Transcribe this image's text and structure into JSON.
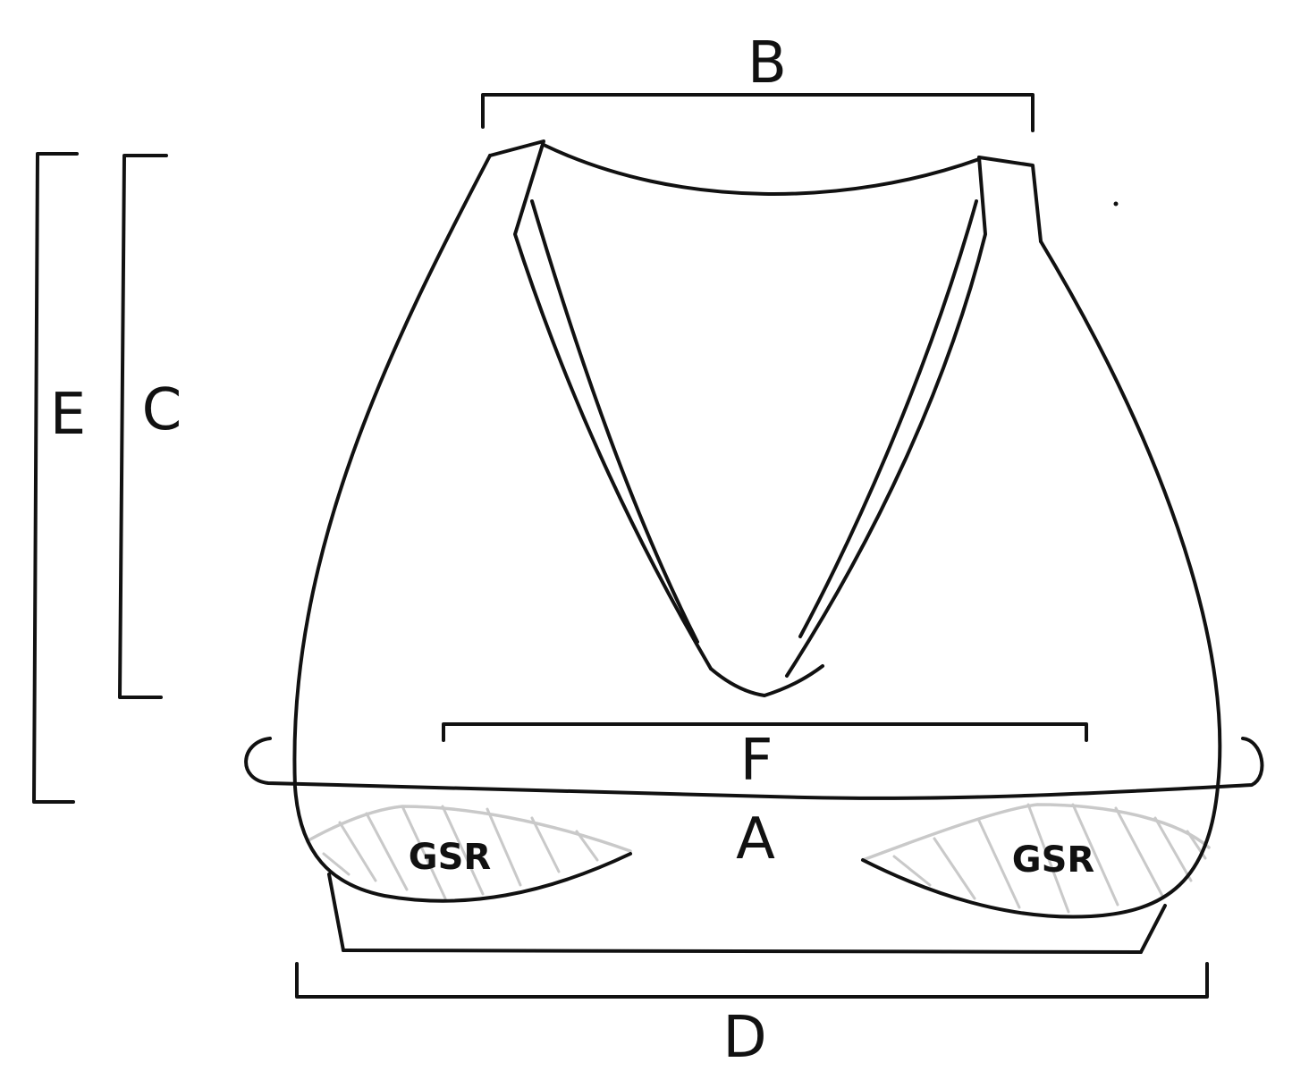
{
  "labels": {
    "top_width": "B",
    "cup_height": "C",
    "total_height": "E",
    "underbust_width": "F",
    "band_measure": "A",
    "hem_width": "D",
    "left_zone": "GSR",
    "right_zone": "GSR"
  },
  "colors": {
    "ink": "#111111",
    "hatch": "#c9c9c9",
    "background": "#ffffff"
  }
}
